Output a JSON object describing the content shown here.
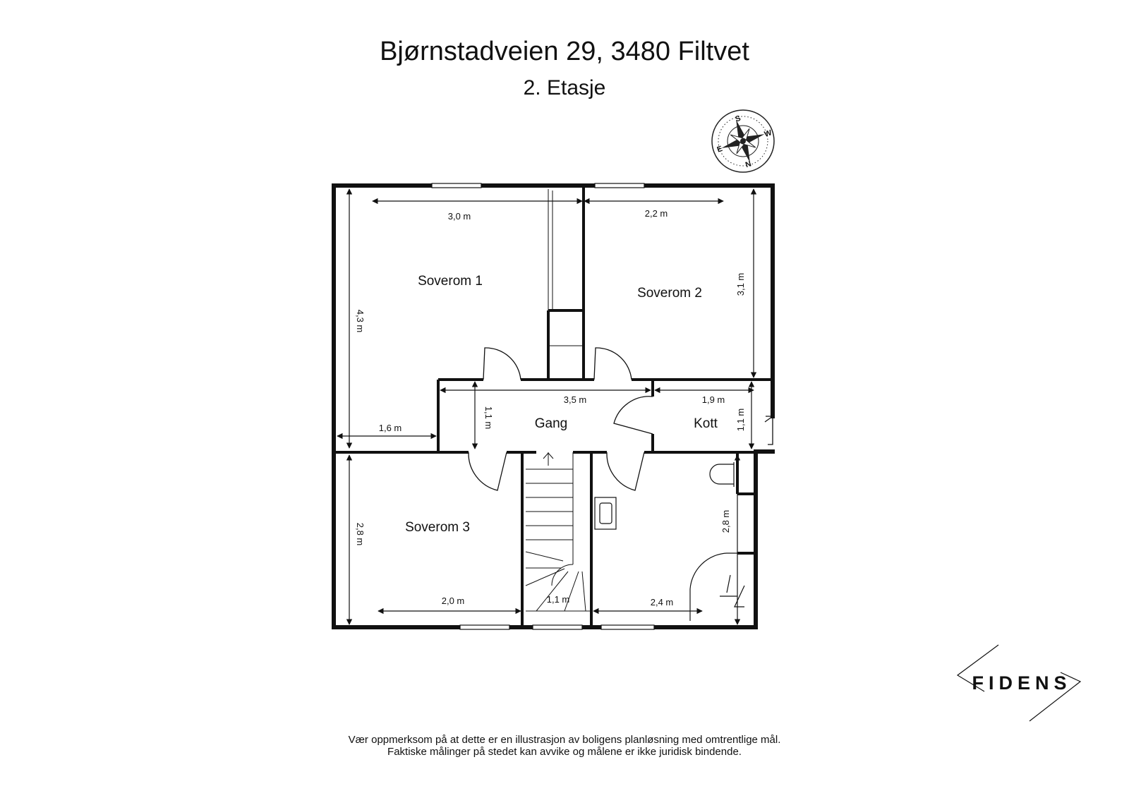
{
  "header": {
    "address": "Bjørnstadveien 29, 3480 Filtvet",
    "floor": "2. Etasje"
  },
  "compass": {
    "north": "N",
    "south": "S",
    "east": "E",
    "west": "W"
  },
  "rooms": {
    "soverom1": "Soverom 1",
    "soverom2": "Soverom 2",
    "soverom3": "Soverom 3",
    "gang": "Gang",
    "kott": "Kott"
  },
  "dimensions": {
    "soverom1_width": "3,0 m",
    "soverom1_height": "4,3 m",
    "soverom1_bottom": "1,6 m",
    "soverom2_width": "2,2 m",
    "soverom2_height": "3,1 m",
    "gang_width": "3,5 m",
    "gang_height": "1,1 m",
    "kott_width": "1,9 m",
    "kott_height": "1,1 m",
    "soverom3_width": "2,0 m",
    "soverom3_height": "2,8 m",
    "stair_width": "1,1 m",
    "bath_width": "2,4 m",
    "bath_height": "2,8 m"
  },
  "logo": "FIDENS",
  "disclaimer": {
    "line1": "Vær oppmerksom på at dette er en illustrasjon av boligens planløsning med omtrentlige mål.",
    "line2": "Faktiske målinger på stedet kan avvike og målene er ikke juridisk bindende."
  }
}
